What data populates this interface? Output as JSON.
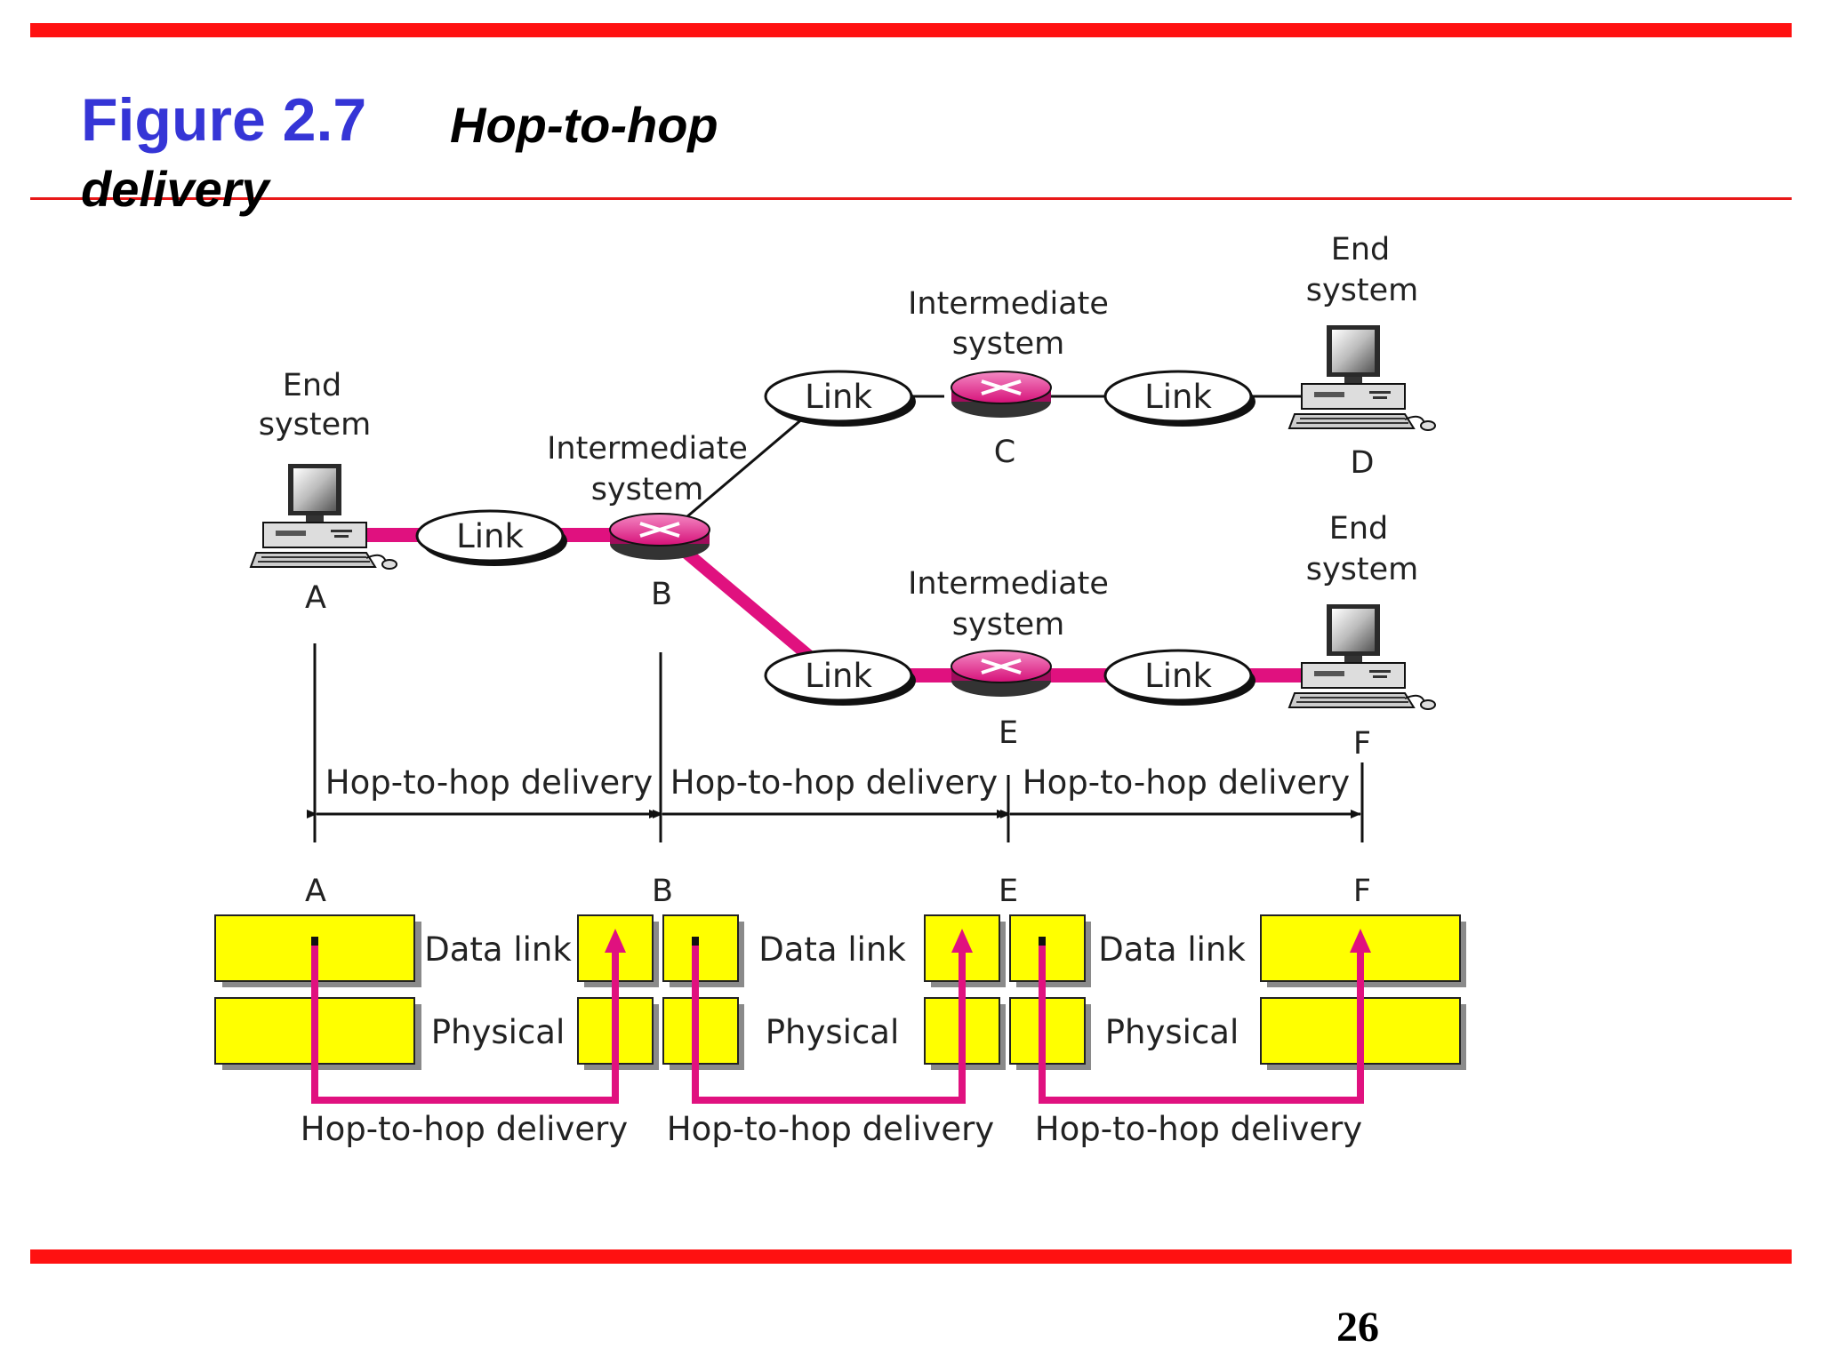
{
  "header": {
    "figure_label": "Figure 2.7",
    "caption_line1": "Hop-to-hop",
    "caption_line2": "delivery"
  },
  "page_number": "26",
  "colors": {
    "rule": "#ff1111",
    "figure_label": "#3535d6",
    "path": "#e0117f",
    "layer_box": "#ffff00"
  },
  "diagram": {
    "nodes": {
      "A": {
        "label": "A",
        "role_line1": "End",
        "role_line2": "system"
      },
      "B": {
        "label": "B",
        "role_line1": "Intermediate",
        "role_line2": "system"
      },
      "C": {
        "label": "C",
        "role_line1": "Intermediate",
        "role_line2": "system"
      },
      "D": {
        "label": "D",
        "role_line1": "End",
        "role_line2": "system"
      },
      "E": {
        "label": "E",
        "role_line1": "Intermediate",
        "role_line2": "system"
      },
      "F": {
        "label": "F",
        "role_line1": "End",
        "role_line2": "system"
      }
    },
    "link_label": "Link",
    "hop_label": "Hop-to-hop delivery",
    "layers": {
      "data_link": "Data link",
      "physical": "Physical"
    },
    "layer_stack_letters": [
      "A",
      "B",
      "E",
      "F"
    ]
  }
}
